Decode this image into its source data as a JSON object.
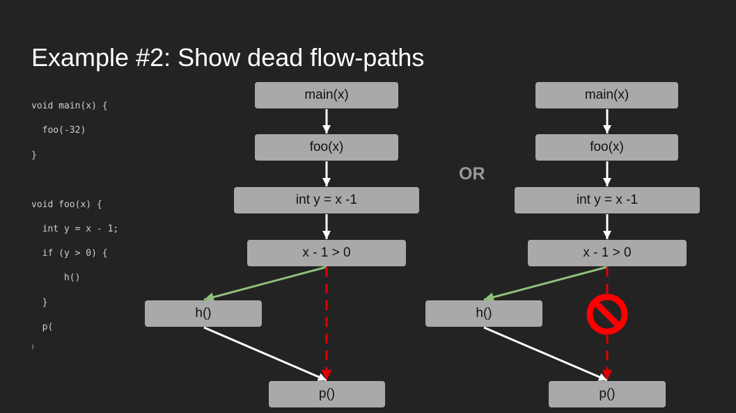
{
  "title": "Example #2: Show dead flow-paths",
  "code": {
    "line1": "void main(x) {",
    "line2": "  foo(-32)",
    "line3": "}",
    "line4": "void foo(x) {",
    "line5": "  int y = x - 1;",
    "line6": "  if (y > 0) {",
    "line7": "      h()",
    "line8": "  }",
    "line9": "  p(",
    "line10": "}"
  },
  "or_label": "OR",
  "left_flow": {
    "main": "main(x)",
    "foo": "foo(x)",
    "assign": "int y = x -1",
    "cond": "x - 1 > 0",
    "h": "h()",
    "p": "p()"
  },
  "right_flow": {
    "main": "main(x)",
    "foo": "foo(x)",
    "assign": "int y = x -1",
    "cond": "x - 1 > 0",
    "h": "h()",
    "p": "p()"
  },
  "colors": {
    "background": "#232323",
    "box": "#a9a9a9",
    "arrow": "#ffffff",
    "true_branch": "#8fbf7a",
    "dead_path": "#e00000",
    "no_sign": "#ff0000"
  },
  "icons": {
    "blocked": "prohibited-icon"
  }
}
